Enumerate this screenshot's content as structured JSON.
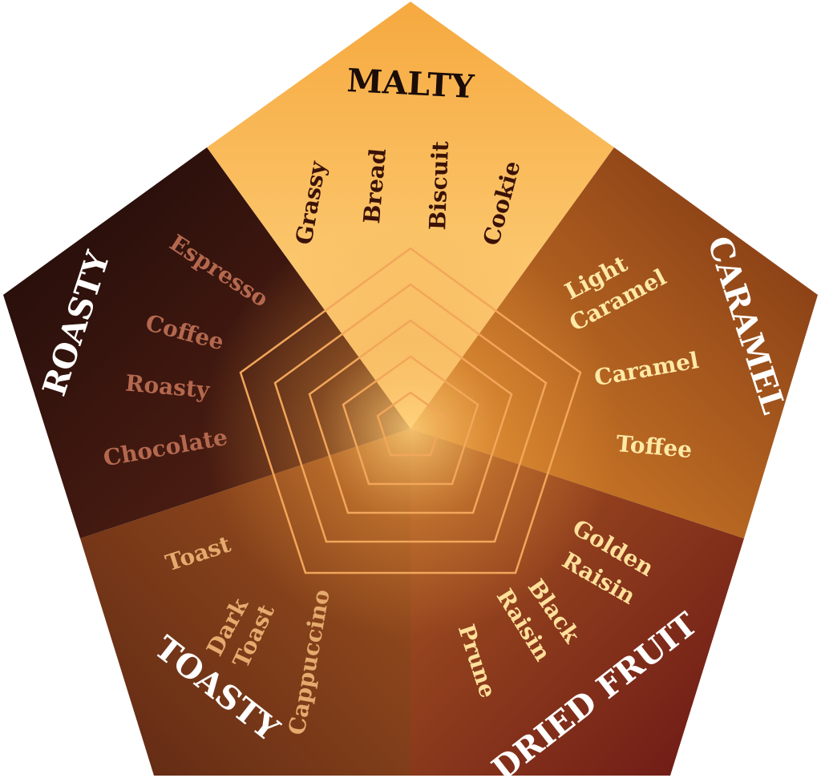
{
  "categories": {
    "malty": {
      "title": "MALTY",
      "descriptors": [
        "Grassy",
        "Bread",
        "Biscuit",
        "Cookie"
      ]
    },
    "caramel": {
      "title": "CARAMEL",
      "descriptors": [
        "Light",
        "Caramel",
        "Caramel",
        "Toffee"
      ]
    },
    "dried_fruit": {
      "title": "DRIED FRUIT",
      "descriptors": [
        "Golden",
        "Raisin",
        "Black",
        "Raisin",
        "Prune"
      ]
    },
    "toasty": {
      "title": "TOASTY",
      "descriptors": [
        "Toast",
        "Dark",
        "Toast",
        "Cappuccino"
      ]
    },
    "roasty": {
      "title": "ROASTY",
      "descriptors": [
        "Espresso",
        "Coffee",
        "Roasty",
        "Chocolate"
      ]
    }
  },
  "colors": {
    "malty_light": "#ffd98a",
    "malty_dark": "#f6a93f",
    "caramel_light": "#e08a2c",
    "caramel_dark": "#7a3212",
    "dried_fruit_light": "#a85a22",
    "dried_fruit_dark": "#6b1616",
    "toasty_light": "#a1531f",
    "toasty_dark": "#5e2814",
    "roasty_light": "#5c2416",
    "roasty_dark": "#1e0a08",
    "web_stroke": "#f2a65a",
    "title_dark": "#1a0c08",
    "title_light": "#ffffff",
    "text_malty": "#3a1208",
    "text_caramel": "#ffe9a6",
    "text_dried_fruit": "#ffe09a",
    "text_toasty": "#e5ab6e",
    "text_roasty": "#b4684e"
  }
}
